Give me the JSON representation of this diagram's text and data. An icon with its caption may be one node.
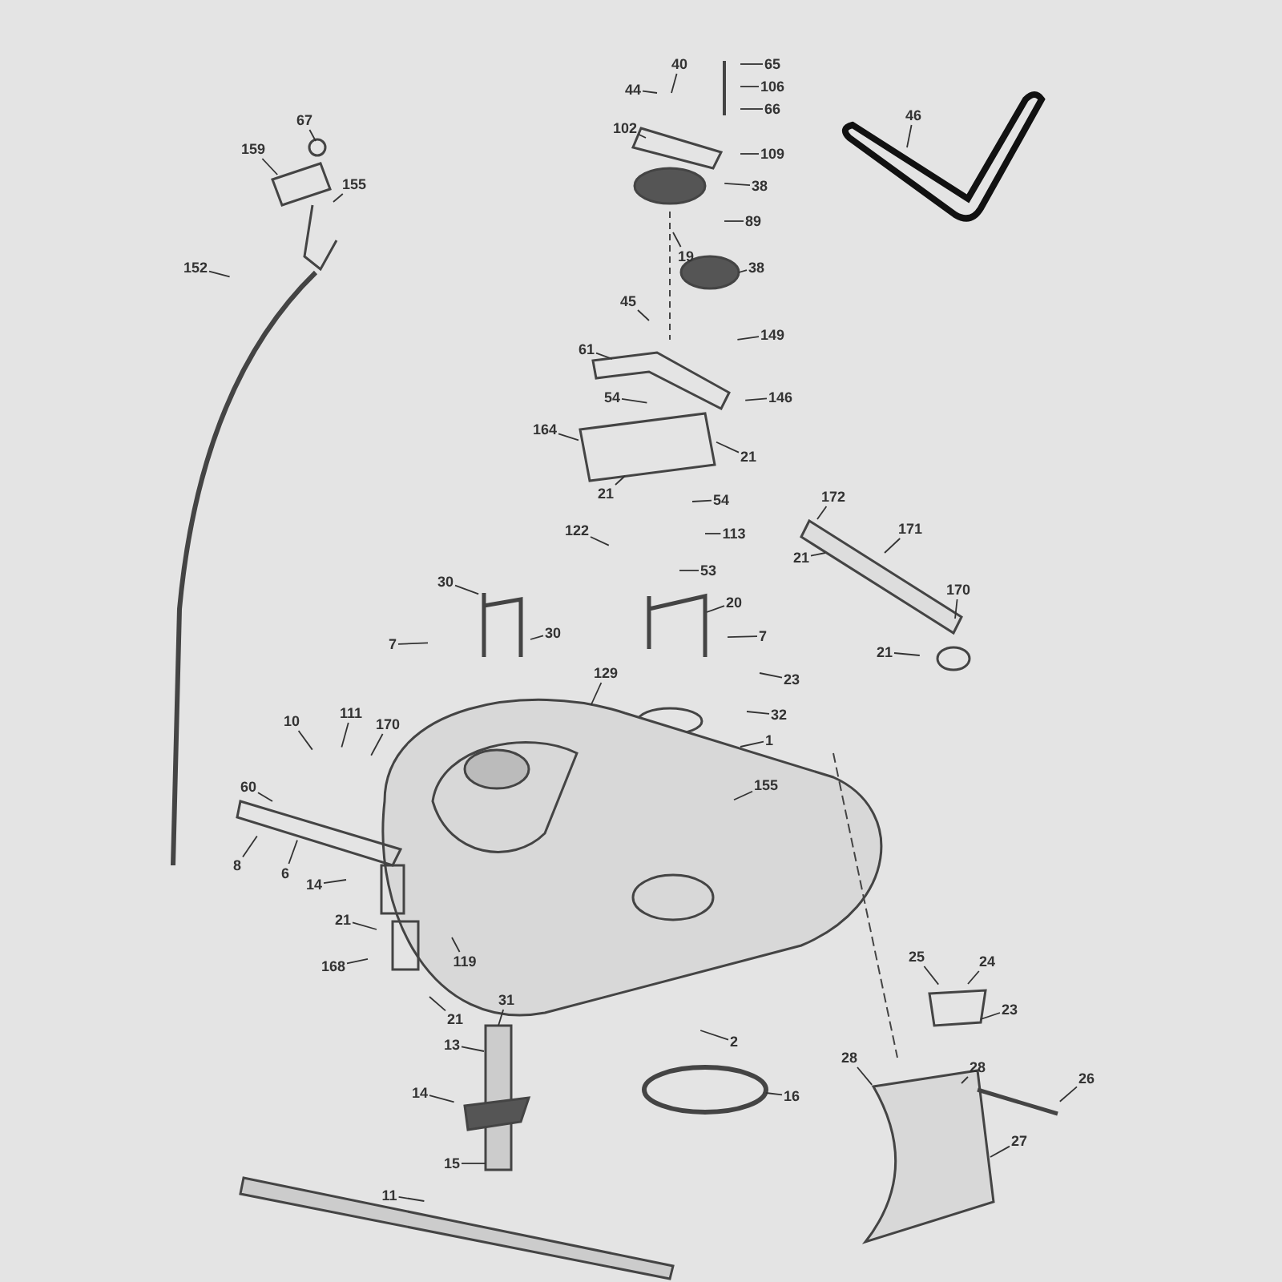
{
  "diagram": {
    "nodes": [
      {
        "text": [
          "67"
        ]
      },
      {
        "text": [
          "159"
        ]
      },
      {
        "text": [
          "155"
        ]
      },
      {
        "text": [
          "152"
        ]
      },
      {
        "text": [
          "44"
        ]
      },
      {
        "text": [
          "40"
        ]
      },
      {
        "text": [
          "65"
        ]
      },
      {
        "text": [
          "106"
        ]
      },
      {
        "text": [
          "66"
        ]
      },
      {
        "text": [
          "102"
        ]
      },
      {
        "text": [
          "109"
        ]
      },
      {
        "text": [
          "38"
        ]
      },
      {
        "text": [
          "89"
        ]
      },
      {
        "text": [
          "19"
        ]
      },
      {
        "text": [
          "38"
        ]
      },
      {
        "text": [
          "46"
        ]
      },
      {
        "text": [
          "45"
        ]
      },
      {
        "text": [
          "149"
        ]
      },
      {
        "text": [
          "61"
        ]
      },
      {
        "text": [
          "54"
        ]
      },
      {
        "text": [
          "146"
        ]
      },
      {
        "text": [
          "21"
        ]
      },
      {
        "text": [
          "164"
        ]
      },
      {
        "text": [
          "21"
        ]
      },
      {
        "text": [
          "54"
        ]
      },
      {
        "text": [
          "172"
        ]
      },
      {
        "text": [
          "171"
        ]
      },
      {
        "text": [
          "122"
        ]
      },
      {
        "text": [
          "113"
        ]
      },
      {
        "text": [
          "53"
        ]
      },
      {
        "text": [
          "21"
        ]
      },
      {
        "text": [
          "30"
        ]
      },
      {
        "text": [
          "20"
        ]
      },
      {
        "text": [
          "170"
        ]
      },
      {
        "text": [
          "7"
        ]
      },
      {
        "text": [
          "30"
        ]
      },
      {
        "text": [
          "7"
        ]
      },
      {
        "text": [
          "21"
        ]
      },
      {
        "text": [
          "129"
        ]
      },
      {
        "text": [
          "23"
        ]
      },
      {
        "text": [
          "32"
        ]
      },
      {
        "text": [
          "1"
        ]
      },
      {
        "text": [
          "155"
        ]
      },
      {
        "text": [
          "10"
        ]
      },
      {
        "text": [
          "111"
        ]
      },
      {
        "text": [
          "170"
        ]
      },
      {
        "text": [
          "60"
        ]
      },
      {
        "text": [
          "8"
        ]
      },
      {
        "text": [
          "6"
        ]
      },
      {
        "text": [
          "14"
        ]
      },
      {
        "text": [
          "21"
        ]
      },
      {
        "text": [
          "168"
        ]
      },
      {
        "text": [
          "119"
        ]
      },
      {
        "text": [
          "21"
        ]
      },
      {
        "text": [
          "31"
        ]
      },
      {
        "text": [
          "13"
        ]
      },
      {
        "text": [
          "14"
        ]
      },
      {
        "text": [
          "15"
        ]
      },
      {
        "text": [
          "11"
        ]
      },
      {
        "text": [
          "2"
        ]
      },
      {
        "text": [
          "16"
        ]
      },
      {
        "text": [
          "25"
        ]
      },
      {
        "text": [
          "24"
        ]
      },
      {
        "text": [
          "23"
        ]
      },
      {
        "text": [
          "28"
        ]
      },
      {
        "text": [
          "28"
        ]
      },
      {
        "text": [
          "26"
        ]
      },
      {
        "text": [
          "27"
        ]
      }
    ],
    "edges": [
      {
        "from": 0,
        "to": null,
        "arrow": "none"
      },
      {
        "from": 1,
        "to": null,
        "arrow": "none"
      },
      {
        "from": 2,
        "to": null,
        "arrow": "none"
      },
      {
        "from": 3,
        "to": null,
        "arrow": "none"
      },
      {
        "from": 4,
        "to": null,
        "arrow": "none"
      },
      {
        "from": 5,
        "to": null,
        "arrow": "none"
      },
      {
        "from": 6,
        "to": null,
        "arrow": "none"
      },
      {
        "from": 7,
        "to": null,
        "arrow": "none"
      },
      {
        "from": 8,
        "to": null,
        "arrow": "none"
      },
      {
        "from": 9,
        "to": null,
        "arrow": "none"
      },
      {
        "from": 10,
        "to": null,
        "arrow": "none"
      },
      {
        "from": 11,
        "to": null,
        "arrow": "none"
      },
      {
        "from": 12,
        "to": null,
        "arrow": "none"
      },
      {
        "from": 13,
        "to": null,
        "arrow": "none"
      },
      {
        "from": 14,
        "to": null,
        "arrow": "none"
      },
      {
        "from": 15,
        "to": null,
        "arrow": "none"
      },
      {
        "from": 16,
        "to": null,
        "arrow": "none"
      },
      {
        "from": 17,
        "to": null,
        "arrow": "none"
      },
      {
        "from": 18,
        "to": null,
        "arrow": "none"
      },
      {
        "from": 19,
        "to": null,
        "arrow": "none"
      },
      {
        "from": 20,
        "to": null,
        "arrow": "none"
      },
      {
        "from": 21,
        "to": null,
        "arrow": "none"
      },
      {
        "from": 22,
        "to": null,
        "arrow": "none"
      },
      {
        "from": 23,
        "to": null,
        "arrow": "none"
      },
      {
        "from": 24,
        "to": null,
        "arrow": "none"
      },
      {
        "from": 25,
        "to": null,
        "arrow": "none"
      },
      {
        "from": 26,
        "to": null,
        "arrow": "none"
      },
      {
        "from": 27,
        "to": null,
        "arrow": "none"
      },
      {
        "from": 28,
        "to": null,
        "arrow": "none"
      },
      {
        "from": 29,
        "to": null,
        "arrow": "none"
      },
      {
        "from": 30,
        "to": null,
        "arrow": "none"
      },
      {
        "from": 31,
        "to": null,
        "arrow": "none"
      },
      {
        "from": 32,
        "to": null,
        "arrow": "none"
      },
      {
        "from": 33,
        "to": null,
        "arrow": "none"
      },
      {
        "from": 34,
        "to": null,
        "arrow": "none"
      },
      {
        "from": 35,
        "to": null,
        "arrow": "none"
      },
      {
        "from": 36,
        "to": null,
        "arrow": "none"
      },
      {
        "from": 37,
        "to": null,
        "arrow": "none"
      },
      {
        "from": 38,
        "to": null,
        "arrow": "none"
      },
      {
        "from": 39,
        "to": null,
        "arrow": "none"
      },
      {
        "from": 40,
        "to": null,
        "arrow": "none"
      },
      {
        "from": 41,
        "to": null,
        "arrow": "none"
      },
      {
        "from": 42,
        "to": null,
        "arrow": "none"
      },
      {
        "from": 43,
        "to": null,
        "arrow": "none"
      },
      {
        "from": 44,
        "to": null,
        "arrow": "none"
      },
      {
        "from": 45,
        "to": null,
        "arrow": "none"
      },
      {
        "from": 46,
        "to": null,
        "arrow": "none"
      },
      {
        "from": 47,
        "to": null,
        "arrow": "none"
      },
      {
        "from": 48,
        "to": null,
        "arrow": "none"
      },
      {
        "from": 49,
        "to": null,
        "arrow": "none"
      },
      {
        "from": 50,
        "to": null,
        "arrow": "none"
      },
      {
        "from": 51,
        "to": null,
        "arrow": "none"
      },
      {
        "from": 52,
        "to": null,
        "arrow": "none"
      },
      {
        "from": 53,
        "to": null,
        "arrow": "none"
      },
      {
        "from": 54,
        "to": null,
        "arrow": "none"
      },
      {
        "from": 55,
        "to": null,
        "arrow": "none"
      },
      {
        "from": 56,
        "to": null,
        "arrow": "none"
      },
      {
        "from": 57,
        "to": null,
        "arrow": "none"
      },
      {
        "from": 58,
        "to": null,
        "arrow": "none"
      },
      {
        "from": 59,
        "to": null,
        "arrow": "none"
      },
      {
        "from": 60,
        "to": null,
        "arrow": "none"
      },
      {
        "from": 61,
        "to": null,
        "arrow": "none"
      },
      {
        "from": 62,
        "to": null,
        "arrow": "none"
      },
      {
        "from": 63,
        "to": null,
        "arrow": "none"
      },
      {
        "from": 64,
        "to": null,
        "arrow": "none"
      },
      {
        "from": 65,
        "to": null,
        "arrow": "none"
      },
      {
        "from": 66,
        "to": null,
        "arrow": "none"
      },
      {
        "from": 67,
        "to": null,
        "arrow": "none"
      }
    ]
  }
}
